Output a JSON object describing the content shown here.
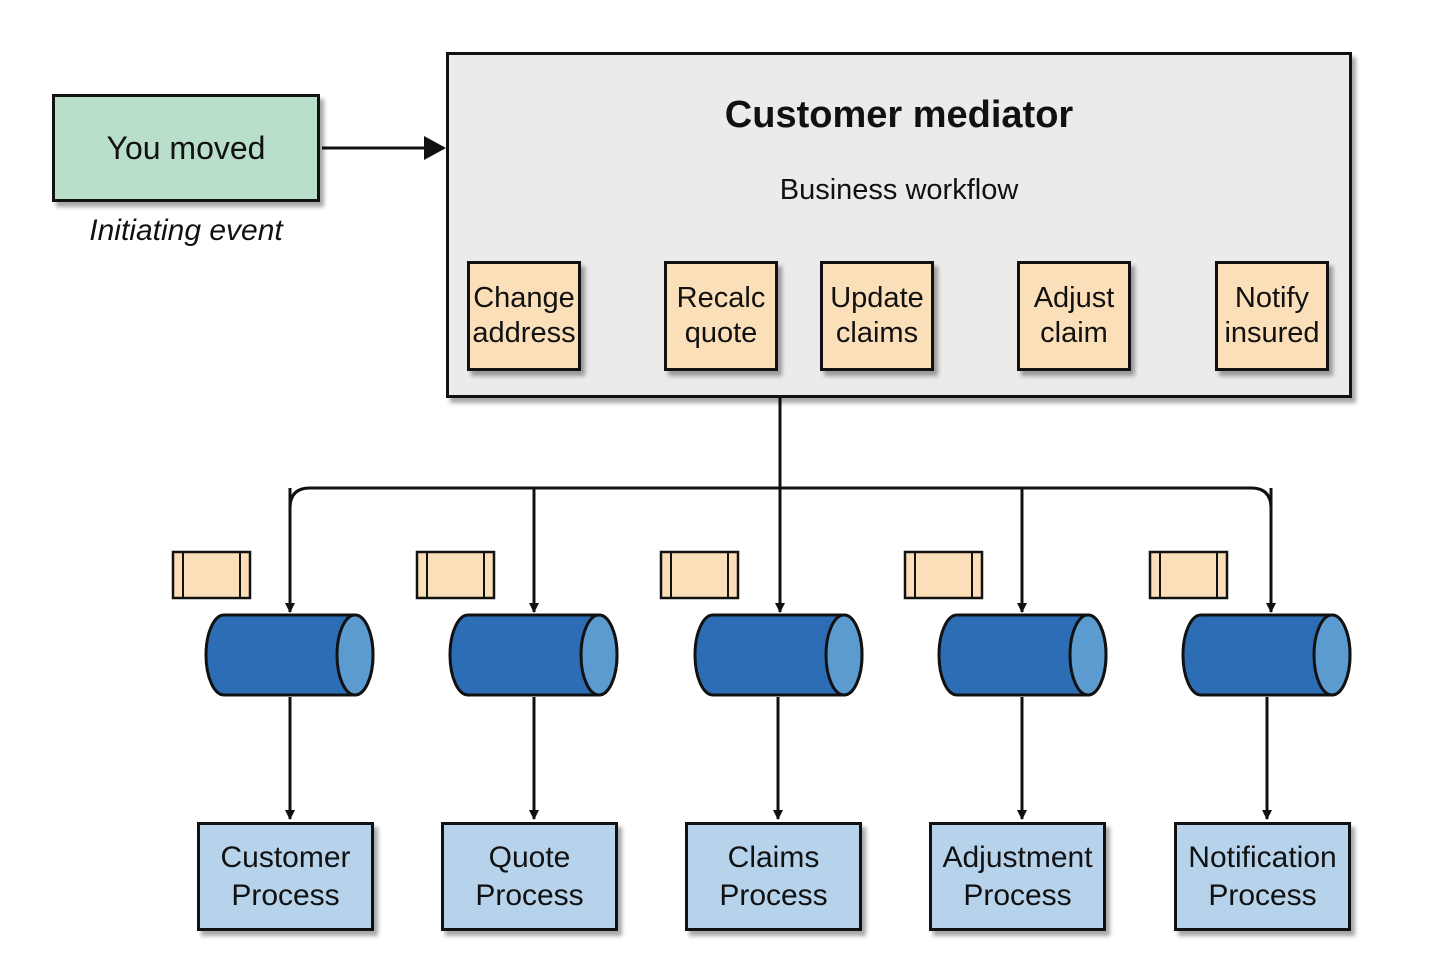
{
  "initiating_event": {
    "label": "You moved",
    "caption": "Initiating event"
  },
  "mediator": {
    "title": "Customer mediator",
    "workflow_label": "Business workflow",
    "steps": [
      {
        "label": "Change address"
      },
      {
        "label": "Recalc quote"
      },
      {
        "label": "Update claims"
      },
      {
        "label": "Adjust claim"
      },
      {
        "label": "Notify insured"
      }
    ]
  },
  "processes": [
    {
      "label": "Customer Process"
    },
    {
      "label": "Quote Process"
    },
    {
      "label": "Claims Process"
    },
    {
      "label": "Adjustment Process"
    },
    {
      "label": "Notification Process"
    }
  ],
  "colors": {
    "event_fill": "#b9dfca",
    "mediator_fill": "#ebebeb",
    "step_fill": "#fbdfb8",
    "process_fill": "#b7d3ec",
    "workflow_arrow": "#2f72bc",
    "step_separator": "#c1272d",
    "queue_body": "#2d6db5",
    "queue_cap": "#5b9bd0",
    "message_fill": "#fbdfb8"
  }
}
